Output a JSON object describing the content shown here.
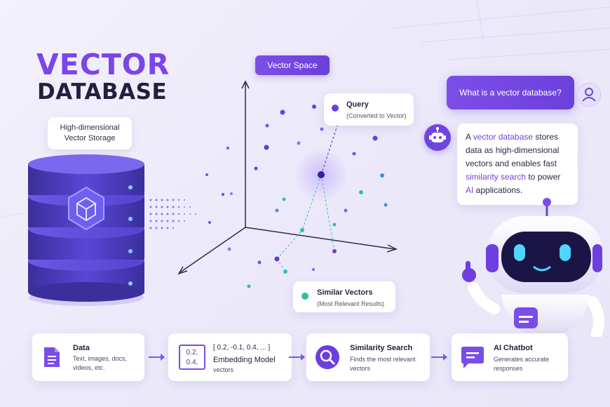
{
  "title": {
    "line1": "VECTOR",
    "line2": "DATABASE"
  },
  "storage": {
    "line1": "High-dimensional",
    "line2": "Vector Storage"
  },
  "vector_space": {
    "badge": "Vector Space",
    "query": {
      "title": "Query",
      "subtitle": "(Converted to Vector)"
    },
    "similar": {
      "title": "Similar Vectors",
      "subtitle": "(Most Relevant Results)"
    }
  },
  "chat": {
    "question": "What is a vector database?",
    "answer": {
      "p1": "A ",
      "h1": "vector database",
      "p2": " stores data as high-dimensional vectors and enables fast ",
      "h2": "similarity search",
      "p3": " to power ",
      "h3": "AI",
      "p4": " applications."
    }
  },
  "pipeline": [
    {
      "title": "Data",
      "subtitle": "Text, images, docs, videos, etc.",
      "icon": "document-icon"
    },
    {
      "title": "Embedding Model",
      "subtitle": "vectors",
      "icon": "matrix-icon",
      "matrix_top": "0.2,",
      "matrix_bottom": "0.4,",
      "vector_text": "[ 0.2, -0.1, 0.4, ... ]"
    },
    {
      "title": "Similarity Search",
      "subtitle": "Finds the most relevant vectors",
      "icon": "search-icon"
    },
    {
      "title": "AI Chatbot",
      "subtitle": "Generates accurate responses",
      "icon": "chat-icon"
    }
  ],
  "colors": {
    "accent": "#7b45e8",
    "dark": "#23203d",
    "teal": "#2fc0b0",
    "blue": "#3d7fe0"
  }
}
